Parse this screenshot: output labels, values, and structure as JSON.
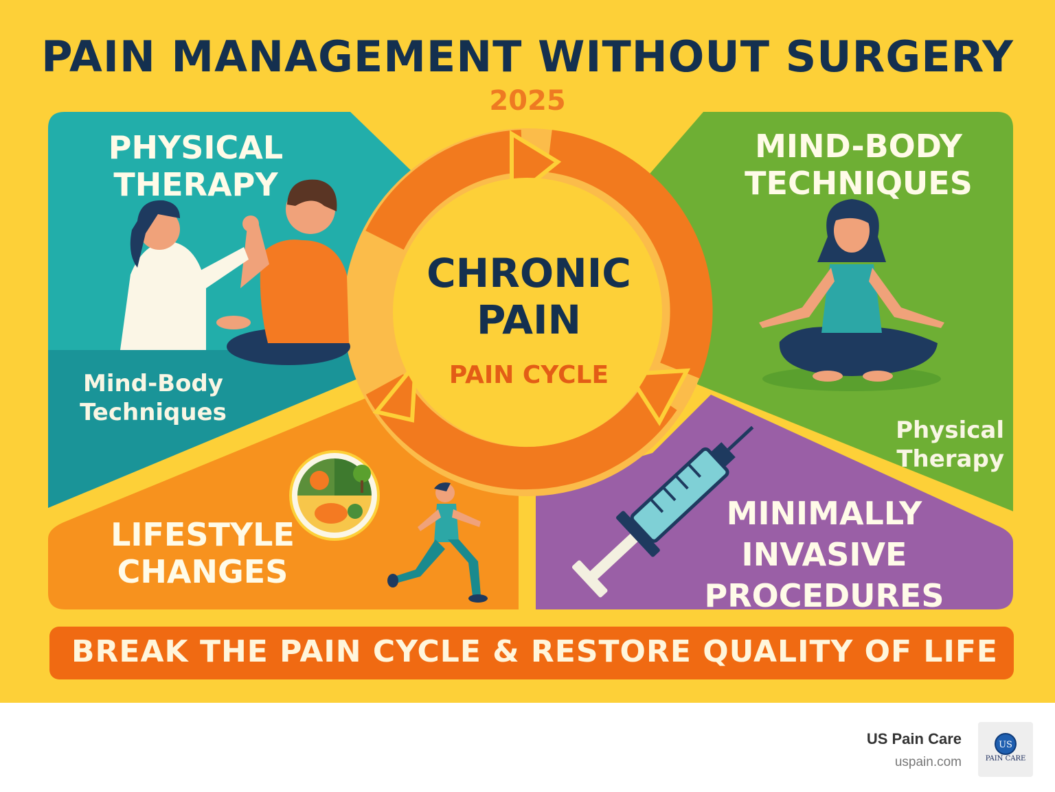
{
  "title": "PAIN MANAGEMENT WITHOUT SURGERY",
  "year": "2025",
  "quadrants": {
    "physical_therapy": {
      "heading_line1": "PHYSICAL",
      "heading_line2": "THERAPY",
      "color": "#22aeaa",
      "caption_line1": "Mind-Body",
      "caption_line2": "Techniques"
    },
    "mind_body": {
      "heading_line1": "MIND-BODY",
      "heading_line2": "TECHNIQUES",
      "color": "#6eaf34",
      "caption_line1": "Physical",
      "caption_line2": "Therapy"
    },
    "lifestyle": {
      "heading_line1": "LIFESTYLE",
      "heading_line2": "CHANGES",
      "color": "#f7921e"
    },
    "procedures": {
      "heading_line1": "MINIMALLY",
      "heading_line2": "INVASIVE",
      "heading_line3": "PROCEDURES",
      "color": "#9a5fa6"
    }
  },
  "center": {
    "line1": "CHRONIC",
    "line2": "PAIN",
    "subtitle": "PAIN CYCLE",
    "cycle_color": "#f27a1e"
  },
  "banner": {
    "text": "BREAK THE PAIN CYCLE & RESTORE QUALITY OF LIFE",
    "color": "#f06a12"
  },
  "footer": {
    "brand": "US Pain Care",
    "url": "uspain.com",
    "logo_monogram": "US",
    "logo_text": "PAIN CARE"
  },
  "icons": [
    "therapist-patient-illustration",
    "meditation-illustration",
    "food-plate-icon",
    "runner-illustration",
    "syringe-icon"
  ]
}
